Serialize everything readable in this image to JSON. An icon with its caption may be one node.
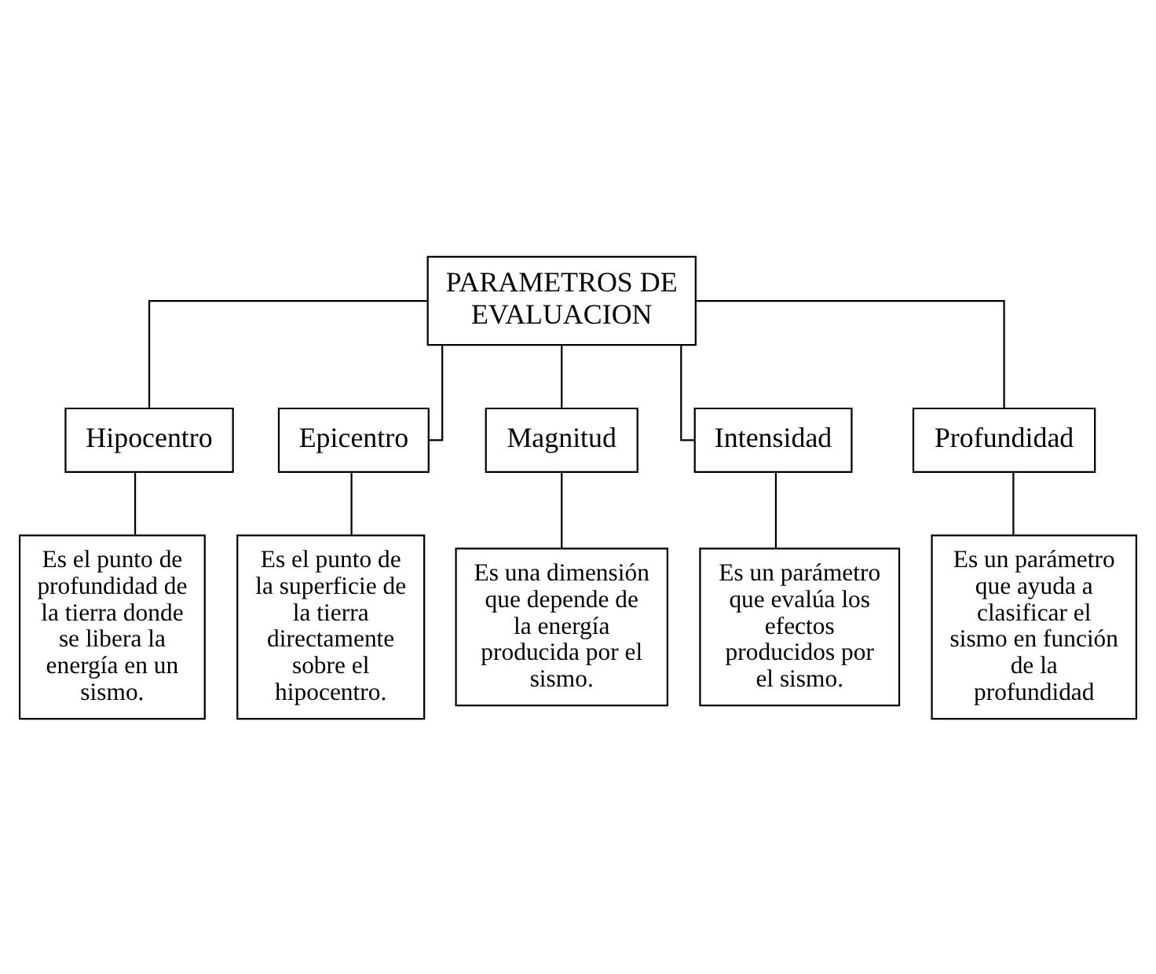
{
  "diagram": {
    "nodes": [
      {
        "text": [
          "PARAMETROS DE EVALUACION"
        ]
      },
      {
        "text": [
          "Hipocentro"
        ]
      },
      {
        "text": [
          "Epicentro"
        ]
      },
      {
        "text": [
          "Magnitud"
        ]
      },
      {
        "text": [
          "Intensidad"
        ]
      },
      {
        "text": [
          "Profundidad"
        ]
      },
      {
        "text": [
          "Es el punto de profundidad de la tierra donde se libera la energía en un sismo."
        ]
      },
      {
        "text": [
          "Es el punto de la superficie de la tierra directamente sobre el hipocentro."
        ]
      },
      {
        "text": [
          "Es una dimensión que depende de la energía producida por el sismo."
        ]
      },
      {
        "text": [
          "Es un parámetro que evalúa los efectos producidos por el sismo."
        ]
      },
      {
        "text": [
          "Es un parámetro que ayuda a clasificar el sismo en función de la profundidad"
        ]
      }
    ],
    "edges": [
      {
        "from": 0,
        "to": 1,
        "arrow": "none"
      },
      {
        "from": 0,
        "to": 2,
        "arrow": "none"
      },
      {
        "from": 0,
        "to": 3,
        "arrow": "none"
      },
      {
        "from": 0,
        "to": 4,
        "arrow": "none"
      },
      {
        "from": 0,
        "to": 5,
        "arrow": "none"
      },
      {
        "from": 1,
        "to": 6,
        "arrow": "none"
      },
      {
        "from": 2,
        "to": 7,
        "arrow": "none"
      },
      {
        "from": 3,
        "to": 8,
        "arrow": "none"
      },
      {
        "from": 4,
        "to": 9,
        "arrow": "none"
      },
      {
        "from": 5,
        "to": 10,
        "arrow": "none"
      }
    ]
  }
}
